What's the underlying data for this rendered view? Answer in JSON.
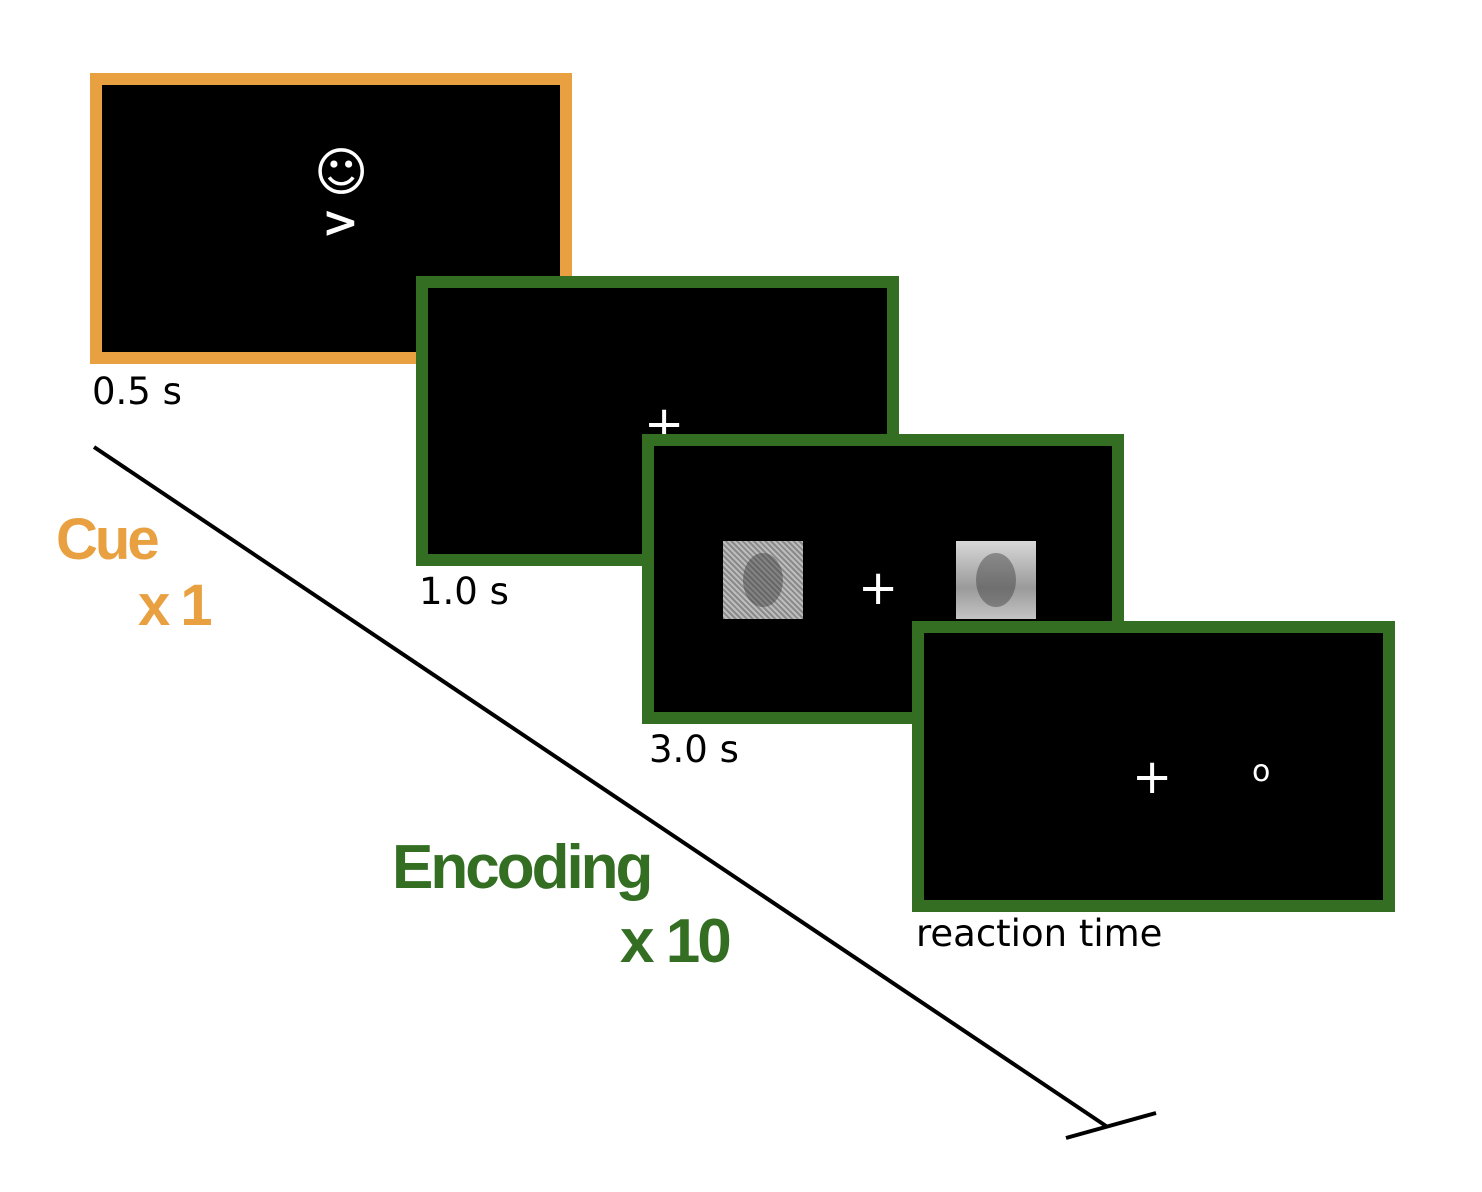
{
  "screens": {
    "cue": {
      "symbol_face": "☺",
      "symbol_arrow": ">",
      "duration": "0.5 s"
    },
    "fixation": {
      "symbol": "+",
      "duration": "1.0 s"
    },
    "stimulus": {
      "symbol": "+",
      "duration": "3.0 s"
    },
    "response": {
      "symbol": "+",
      "target": "o",
      "duration": "reaction time"
    }
  },
  "phases": {
    "cue": {
      "label": "Cue",
      "count": "x 1"
    },
    "encoding": {
      "label": "Encoding",
      "count": "x 10"
    }
  },
  "colors": {
    "cue": "#E8A040",
    "encoding": "#336E22",
    "screen_bg": "#000000",
    "timeline": "#000000"
  }
}
